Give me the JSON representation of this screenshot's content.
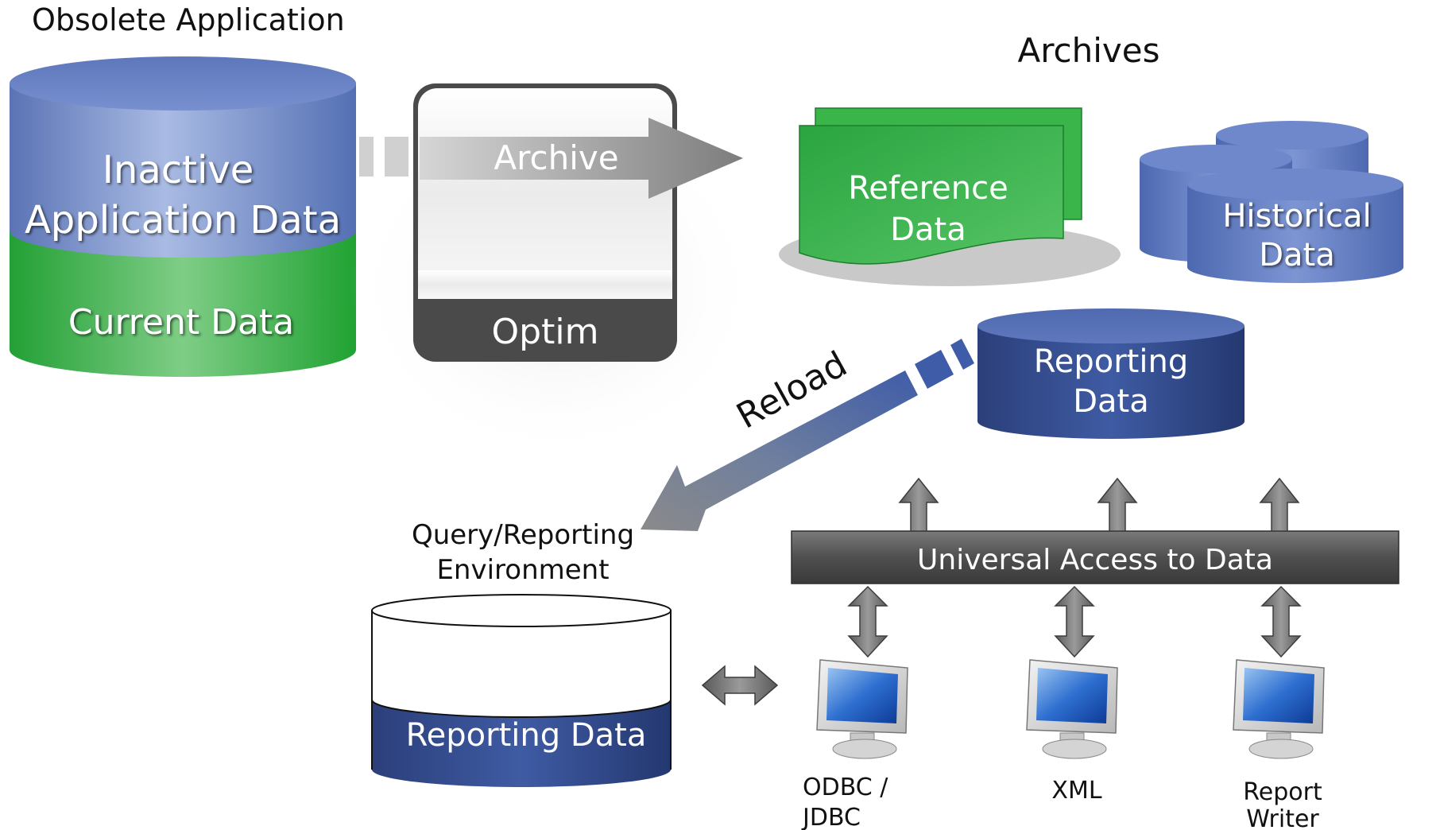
{
  "title_obsolete": "Obsolete Application",
  "title_archives": "Archives",
  "obsolete_db": {
    "inactive_line1": "Inactive",
    "inactive_line2": "Application Data",
    "current": "Current Data"
  },
  "archive_arrow_label": "Archive",
  "optim_label": "Optim",
  "reference_data": {
    "line1": "Reference",
    "line2": "Data"
  },
  "historical_data": {
    "line1": "Historical",
    "line2": "Data"
  },
  "reporting_archive": {
    "line1": "Reporting",
    "line2": "Data"
  },
  "reload_label": "Reload",
  "query_env": {
    "line1": "Query/Reporting",
    "line2": "Environment"
  },
  "reporting_local": "Reporting  Data",
  "uad_label": "Universal  Access to Data",
  "clients": [
    {
      "line1": "ODBC /",
      "line2": "JDBC"
    },
    {
      "line1": "XML",
      "line2": ""
    },
    {
      "line1": "Report",
      "line2": "Writer"
    }
  ],
  "colors": {
    "blue_db": "#6c86c6",
    "green_db": "#39b54a",
    "navy_db": "#2d4585",
    "gray_bar": "#555555"
  }
}
